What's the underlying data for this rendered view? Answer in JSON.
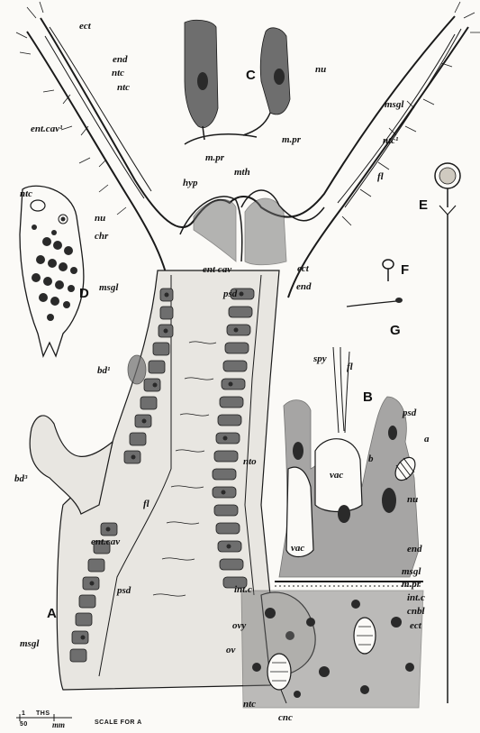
{
  "panels": {
    "A": "A",
    "B": "B",
    "C": "C",
    "D": "D",
    "E": "E",
    "F": "F",
    "G": "G"
  },
  "labels": {
    "ect_top": "ect",
    "end_top": "end",
    "ntc_top": "ntc",
    "ntc_top2": "ntc",
    "ent_cav1": "ent.cav¹",
    "nu_c": "nu",
    "m_pr_c1": "m.pr",
    "m_pr_c2": "m.pr",
    "msgl_right": "msgl",
    "ntc1_right": "ntc¹",
    "fl_right": "fl",
    "hyp": "hyp",
    "mth": "mth",
    "ntc_d": "ntc",
    "nu_d": "nu",
    "chr_d": "chr",
    "msgl_a1": "msgl",
    "ent_cav_a1": "ent cav",
    "ect_a": "ect",
    "psd_a1": "psd",
    "end_a": "end",
    "bd1": "bd¹",
    "spy": "spy",
    "fl_b": "fl",
    "psd_b": "psd",
    "a_b": "a",
    "b_b": "b",
    "vac_b1": "vac",
    "nu_b": "nu",
    "bd3": "bd³",
    "nto": "nto",
    "fl_a": "fl",
    "ent_cav_a2": "ent.cav",
    "vac_b2": "vac",
    "end_b": "end",
    "psd_a2": "psd",
    "msgl_b": "msgl",
    "m_pr_b": "m.pr",
    "int_c_left": "int.c",
    "int_c_right": "int.c",
    "cnbl": "cnbl",
    "ect_b": "ect",
    "ovy": "ovy",
    "ov": "ov",
    "msgl_a2": "msgl",
    "ntc_b": "ntc",
    "cnc": "cnc"
  },
  "scale": {
    "numerator": "1",
    "denominator": "50",
    "unit_top": "THS",
    "unit": "mm",
    "caption": "SCALE FOR A"
  }
}
